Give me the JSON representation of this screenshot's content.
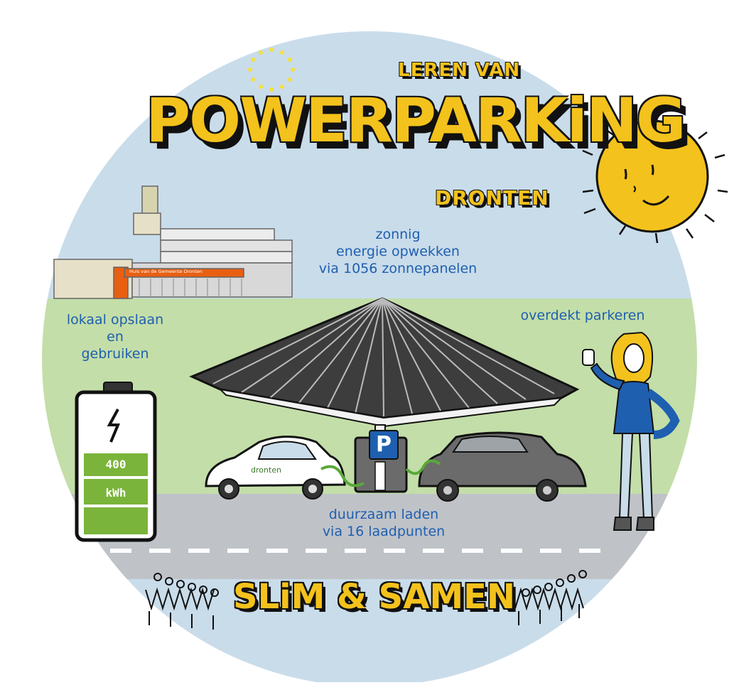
{
  "title": {
    "line1": "LEREN VAN",
    "main": "POWERPARKiNG",
    "line3": "DRONTEN"
  },
  "labels": {
    "solar_line1": "zonnig",
    "solar_line2": "energie opwekken",
    "solar_line3": "via 1056 zonnepanelen",
    "storage_line1": "lokaal opslaan",
    "storage_line2": "en",
    "storage_line3": "gebruiken",
    "parking": "overdekt parkeren",
    "charging_line1": "duurzaam laden",
    "charging_line2": "via 16 laadpunten"
  },
  "battery": {
    "value": "400",
    "unit": "kWh",
    "fill_fraction": 0.6
  },
  "building_sign": "Huis van de Gemeente Dronten",
  "car_brand": "dronten",
  "parking_sign": "P",
  "slogan": "SLiM & SAMEN",
  "colors": {
    "sky": "#c9dcea",
    "grass": "#c3dea8",
    "road": "#bfc3c8",
    "text_blue": "#1f5fb0",
    "title_yellow": "#f4c21c",
    "battery_green": "#7ab43a",
    "sun": "#f4c21c",
    "eu_stars": "#f4e03a"
  },
  "icons": [
    "eu-stars-icon",
    "sun-icon",
    "battery-icon",
    "lightning-icon",
    "solar-canopy-icon",
    "parking-sign-icon",
    "white-car-icon",
    "grey-car-icon",
    "person-thumbs-up-icon",
    "crowd-left-icon",
    "crowd-right-icon",
    "town-hall-building-icon"
  ]
}
